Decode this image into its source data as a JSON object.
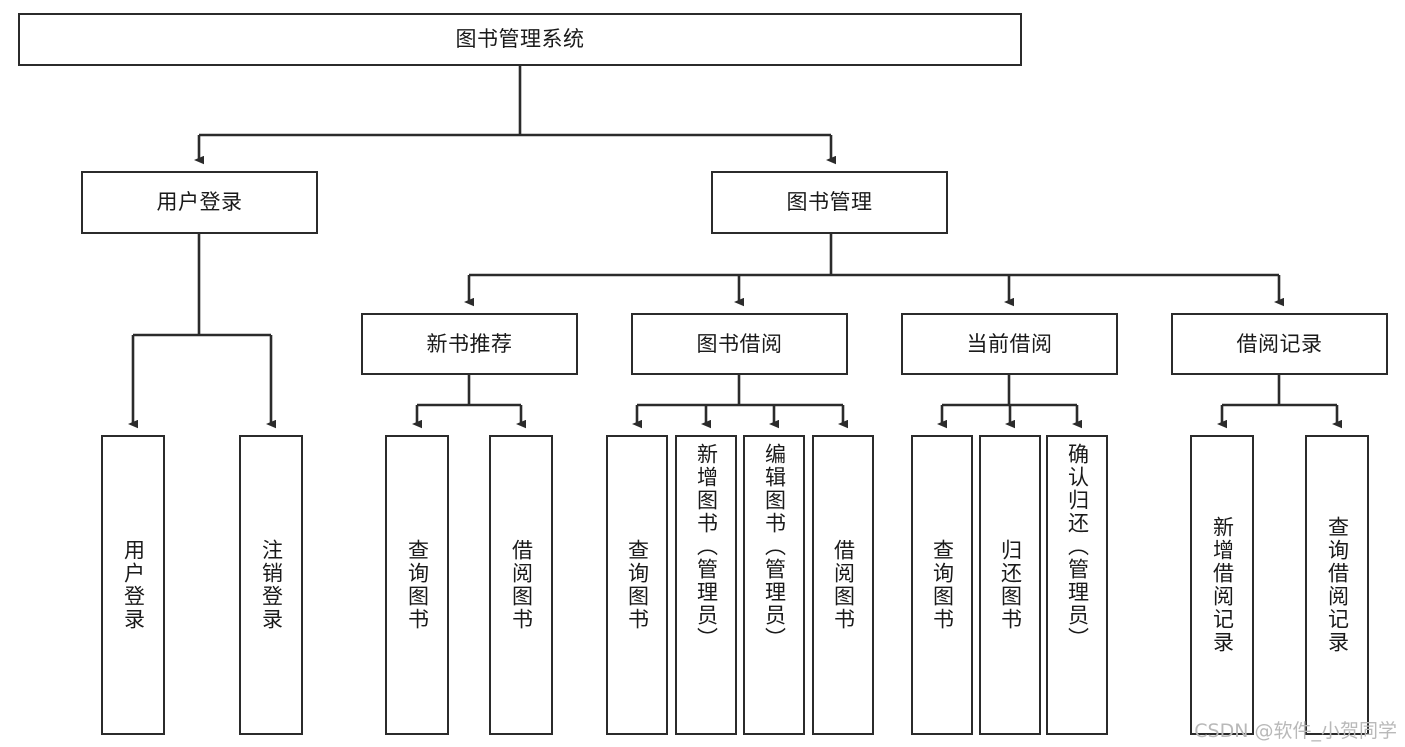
{
  "diagram": {
    "title": "图书管理系统",
    "type": "tree",
    "watermark": "CSDN @软件_小贺同学",
    "colors": {
      "node_border": "#2b2b2b",
      "node_fill": "#ffffff",
      "edge": "#2b2b2b",
      "text": "#1a1a1a",
      "watermark": "#b9b9b9",
      "background": "#ffffff"
    },
    "nodes": {
      "root": {
        "label": "图书管理系统",
        "level": 0
      },
      "user_login": {
        "label": "用户登录",
        "level": 1
      },
      "book_manage": {
        "label": "图书管理",
        "level": 1
      },
      "new_book_rec": {
        "label": "新书推荐",
        "level": 2
      },
      "book_borrow": {
        "label": "图书借阅",
        "level": 2
      },
      "current_borrow": {
        "label": "当前借阅",
        "level": 2
      },
      "borrow_record": {
        "label": "借阅记录",
        "level": 2
      },
      "leaf_user_login": {
        "label": "用户登录",
        "level": 3,
        "orientation": "vertical"
      },
      "leaf_logout_login": {
        "label": "注销登录",
        "level": 3,
        "orientation": "vertical"
      },
      "leaf_query_book_1": {
        "label": "查询图书",
        "level": 3,
        "orientation": "vertical"
      },
      "leaf_borrow_book_1": {
        "label": "借阅图书",
        "level": 3,
        "orientation": "vertical"
      },
      "leaf_query_book_2": {
        "label": "查询图书",
        "level": 3,
        "orientation": "vertical"
      },
      "leaf_add_book": {
        "label": "新增图书（管理员）",
        "level": 3,
        "orientation": "vertical"
      },
      "leaf_edit_book": {
        "label": "编辑图书（管理员）",
        "level": 3,
        "orientation": "vertical"
      },
      "leaf_borrow_book_2": {
        "label": "借阅图书",
        "level": 3,
        "orientation": "vertical"
      },
      "leaf_query_book_3": {
        "label": "查询图书",
        "level": 3,
        "orientation": "vertical"
      },
      "leaf_return_book": {
        "label": "归还图书",
        "level": 3,
        "orientation": "vertical"
      },
      "leaf_confirm_return": {
        "label": "确认归还（管理员）",
        "level": 3,
        "orientation": "vertical"
      },
      "leaf_add_record": {
        "label": "新增借阅记录",
        "level": 3,
        "orientation": "vertical"
      },
      "leaf_query_record": {
        "label": "查询借阅记录",
        "level": 3,
        "orientation": "vertical"
      }
    },
    "edges": [
      {
        "from": "root",
        "to": "user_login"
      },
      {
        "from": "root",
        "to": "book_manage"
      },
      {
        "from": "book_manage",
        "to": "new_book_rec"
      },
      {
        "from": "book_manage",
        "to": "book_borrow"
      },
      {
        "from": "book_manage",
        "to": "current_borrow"
      },
      {
        "from": "book_manage",
        "to": "borrow_record"
      },
      {
        "from": "user_login",
        "to": "leaf_user_login"
      },
      {
        "from": "user_login",
        "to": "leaf_logout_login"
      },
      {
        "from": "new_book_rec",
        "to": "leaf_query_book_1"
      },
      {
        "from": "new_book_rec",
        "to": "leaf_borrow_book_1"
      },
      {
        "from": "book_borrow",
        "to": "leaf_query_book_2"
      },
      {
        "from": "book_borrow",
        "to": "leaf_add_book"
      },
      {
        "from": "book_borrow",
        "to": "leaf_edit_book"
      },
      {
        "from": "book_borrow",
        "to": "leaf_borrow_book_2"
      },
      {
        "from": "current_borrow",
        "to": "leaf_query_book_3"
      },
      {
        "from": "current_borrow",
        "to": "leaf_return_book"
      },
      {
        "from": "current_borrow",
        "to": "leaf_confirm_return"
      },
      {
        "from": "borrow_record",
        "to": "leaf_add_record"
      },
      {
        "from": "borrow_record",
        "to": "leaf_query_record"
      }
    ]
  }
}
